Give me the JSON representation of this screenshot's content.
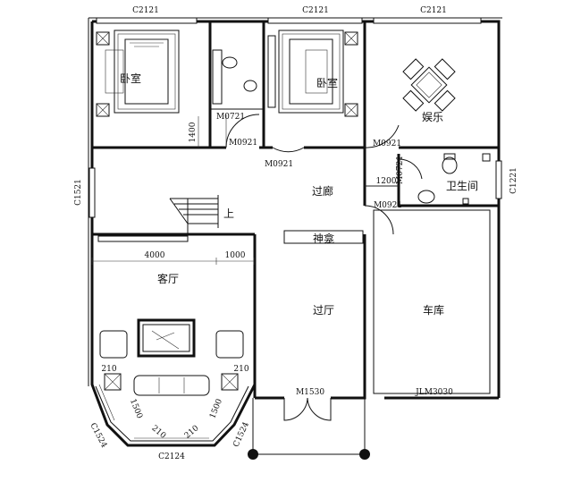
{
  "rooms": {
    "bedroom_left": "卧室",
    "bedroom_mid": "卧室",
    "entertainment": "娱乐",
    "corridor": "过廊",
    "bathroom": "卫生间",
    "stair_up": "上",
    "shrine": "神龛",
    "living_room": "客厅",
    "hall": "过厅",
    "garage": "车库"
  },
  "codes": {
    "top_window_left": "C2121",
    "top_window_mid": "C2121",
    "top_window_right": "C2121",
    "door_m0721_top": "M0721",
    "door_m0921_left": "M0921",
    "door_m0921_mid": "M0921",
    "door_m0921_right": "M0921",
    "door_m0921_bath": "M0921",
    "door_m0721_bath": "M0721",
    "side_window_left": "C1521",
    "side_window_right": "C1221",
    "door_m1530": "M1530",
    "garage_door": "JLM3030",
    "bay_window_left": "C1524",
    "bay_window_right": "C1524",
    "bay_window_bottom": "C2124"
  },
  "dimensions": {
    "d1400": "1400",
    "d1200": "1200",
    "d4000": "4000",
    "d1000": "1000",
    "d210_a": "210",
    "d210_b": "210",
    "d210_c": "210",
    "d210_d": "210",
    "d1500_a": "1500",
    "d1500_b": "1500"
  }
}
